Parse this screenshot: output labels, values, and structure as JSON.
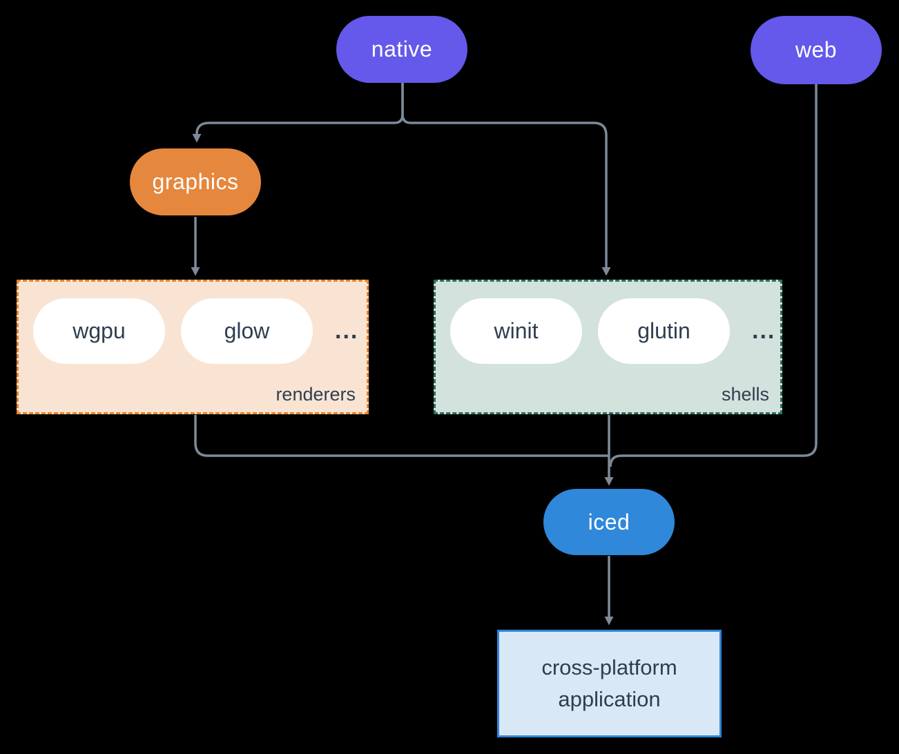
{
  "diagram": {
    "colors": {
      "background": "#000000",
      "connector": "#7d8a99",
      "node_text": "#ffffff",
      "dark_text": "#2e3e50",
      "native_bg": "#6459ea",
      "web_bg": "#6459ea",
      "graphics_bg": "#e5873d",
      "iced_bg": "#2f88d9",
      "pill_bg": "#ffffff",
      "renderers_bg": "#f9e4d3",
      "renderers_border": "#e6832d",
      "shells_bg": "#d3e2dc",
      "shells_border": "#2c6e62",
      "app_bg": "#d9e8f7",
      "app_border": "#2e86d8"
    },
    "nodes": {
      "native": "native",
      "web": "web",
      "graphics": "graphics",
      "iced": "iced",
      "app": "cross-platform application"
    },
    "groups": {
      "renderers": {
        "label": "renderers",
        "items": [
          "wgpu",
          "glow"
        ],
        "ellipsis": "..."
      },
      "shells": {
        "label": "shells",
        "items": [
          "winit",
          "glutin"
        ],
        "ellipsis": "..."
      }
    }
  }
}
